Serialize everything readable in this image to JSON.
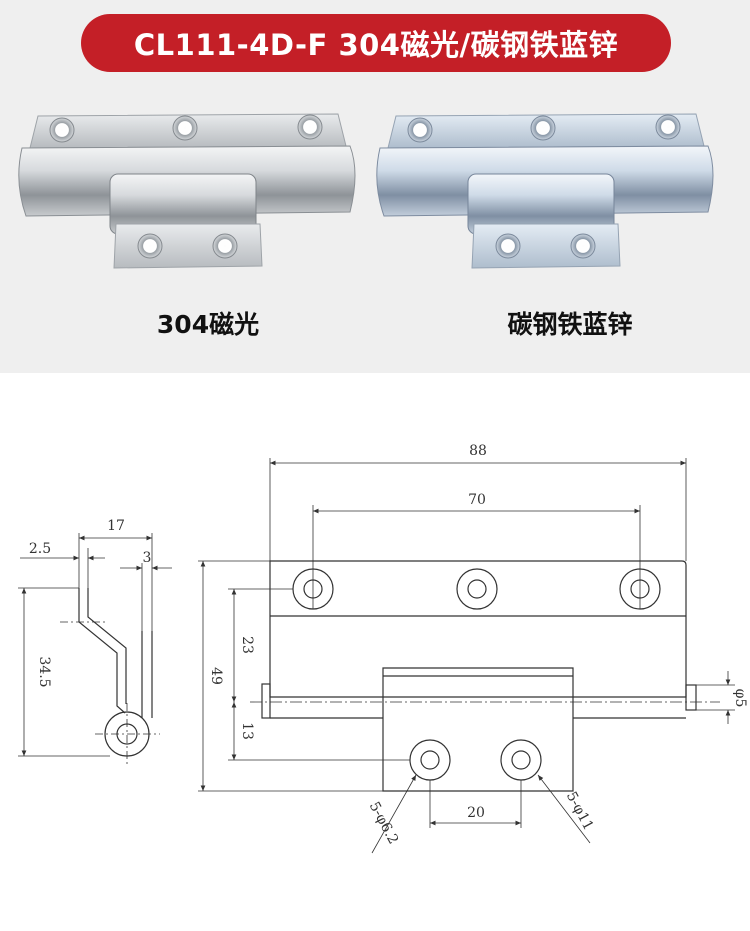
{
  "header": {
    "title": "CL111-4D-F 304磁光/碳钢铁蓝锌",
    "accent_color": "#c41f27",
    "text_color": "#ffffff"
  },
  "variants": [
    {
      "caption": "304磁光",
      "finish_color": "#c9ccd0"
    },
    {
      "caption": "碳钢铁蓝锌",
      "finish_color": "#b9c9dc"
    }
  ],
  "drawing": {
    "side_view": {
      "width_17": "17",
      "thickness_2_5": "2.5",
      "offset_3": "3",
      "height_34_5": "34.5"
    },
    "front_view": {
      "overall_width": "88",
      "hole_spacing_top": "70",
      "overall_height": "49",
      "height_23": "23",
      "height_13": "13",
      "hole_spacing_bottom": "20",
      "pin_diameter": "φ5",
      "hole_callout_left": "5-φ6.2",
      "hole_callout_right": "5-φ11"
    }
  }
}
